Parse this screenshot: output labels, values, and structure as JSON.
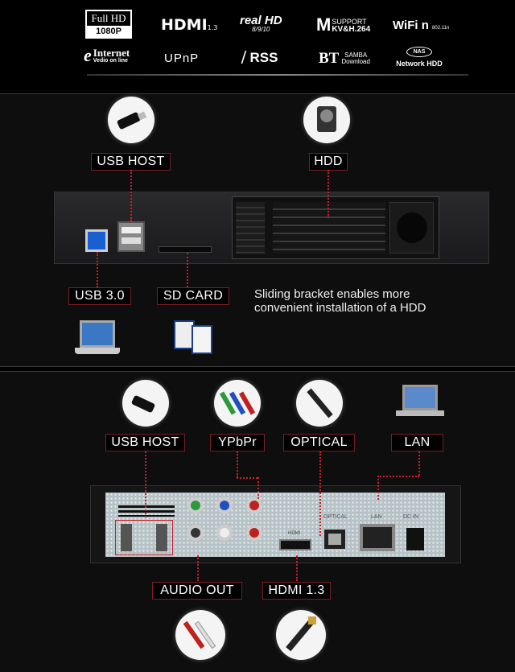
{
  "logos": {
    "fullhd": {
      "line1": "Full HD",
      "line2": "1080P"
    },
    "hdmi": {
      "main": "HDMI",
      "version": "1.3"
    },
    "realhd": {
      "main": "real HD",
      "sub": "8/9/10"
    },
    "mkv": {
      "letter": "M",
      "line1": "SUPPORT",
      "line2": "KV&H.264"
    },
    "wifi": {
      "main": "WiFi n",
      "sub": "802.11n"
    },
    "internet": {
      "main": "Internet",
      "sub": "Vedio on line"
    },
    "upnp": "UPnP",
    "rss": "RSS",
    "bt": {
      "main": "BT",
      "line1": "SAMBA",
      "line2": "Download"
    },
    "nas": {
      "badge": "NAS",
      "main": "Network HDD"
    }
  },
  "front": {
    "usb_host": "USB HOST",
    "hdd": "HDD",
    "usb3": "USB 3.0",
    "sd_card": "SD CARD",
    "caption_line1": "Sliding bracket enables more",
    "caption_line2": "convenient installation of a HDD"
  },
  "back": {
    "usb_host": "USB HOST",
    "ypbpr": "YPbPr",
    "optical": "OPTICAL",
    "lan": "LAN",
    "audio_out": "AUDIO OUT",
    "hdmi": "HDMI 1.3",
    "panel_optical": "OPTICAL",
    "panel_lan": "LAN",
    "panel_dcin": "DC IN",
    "panel_hdmi": "HDMI"
  }
}
